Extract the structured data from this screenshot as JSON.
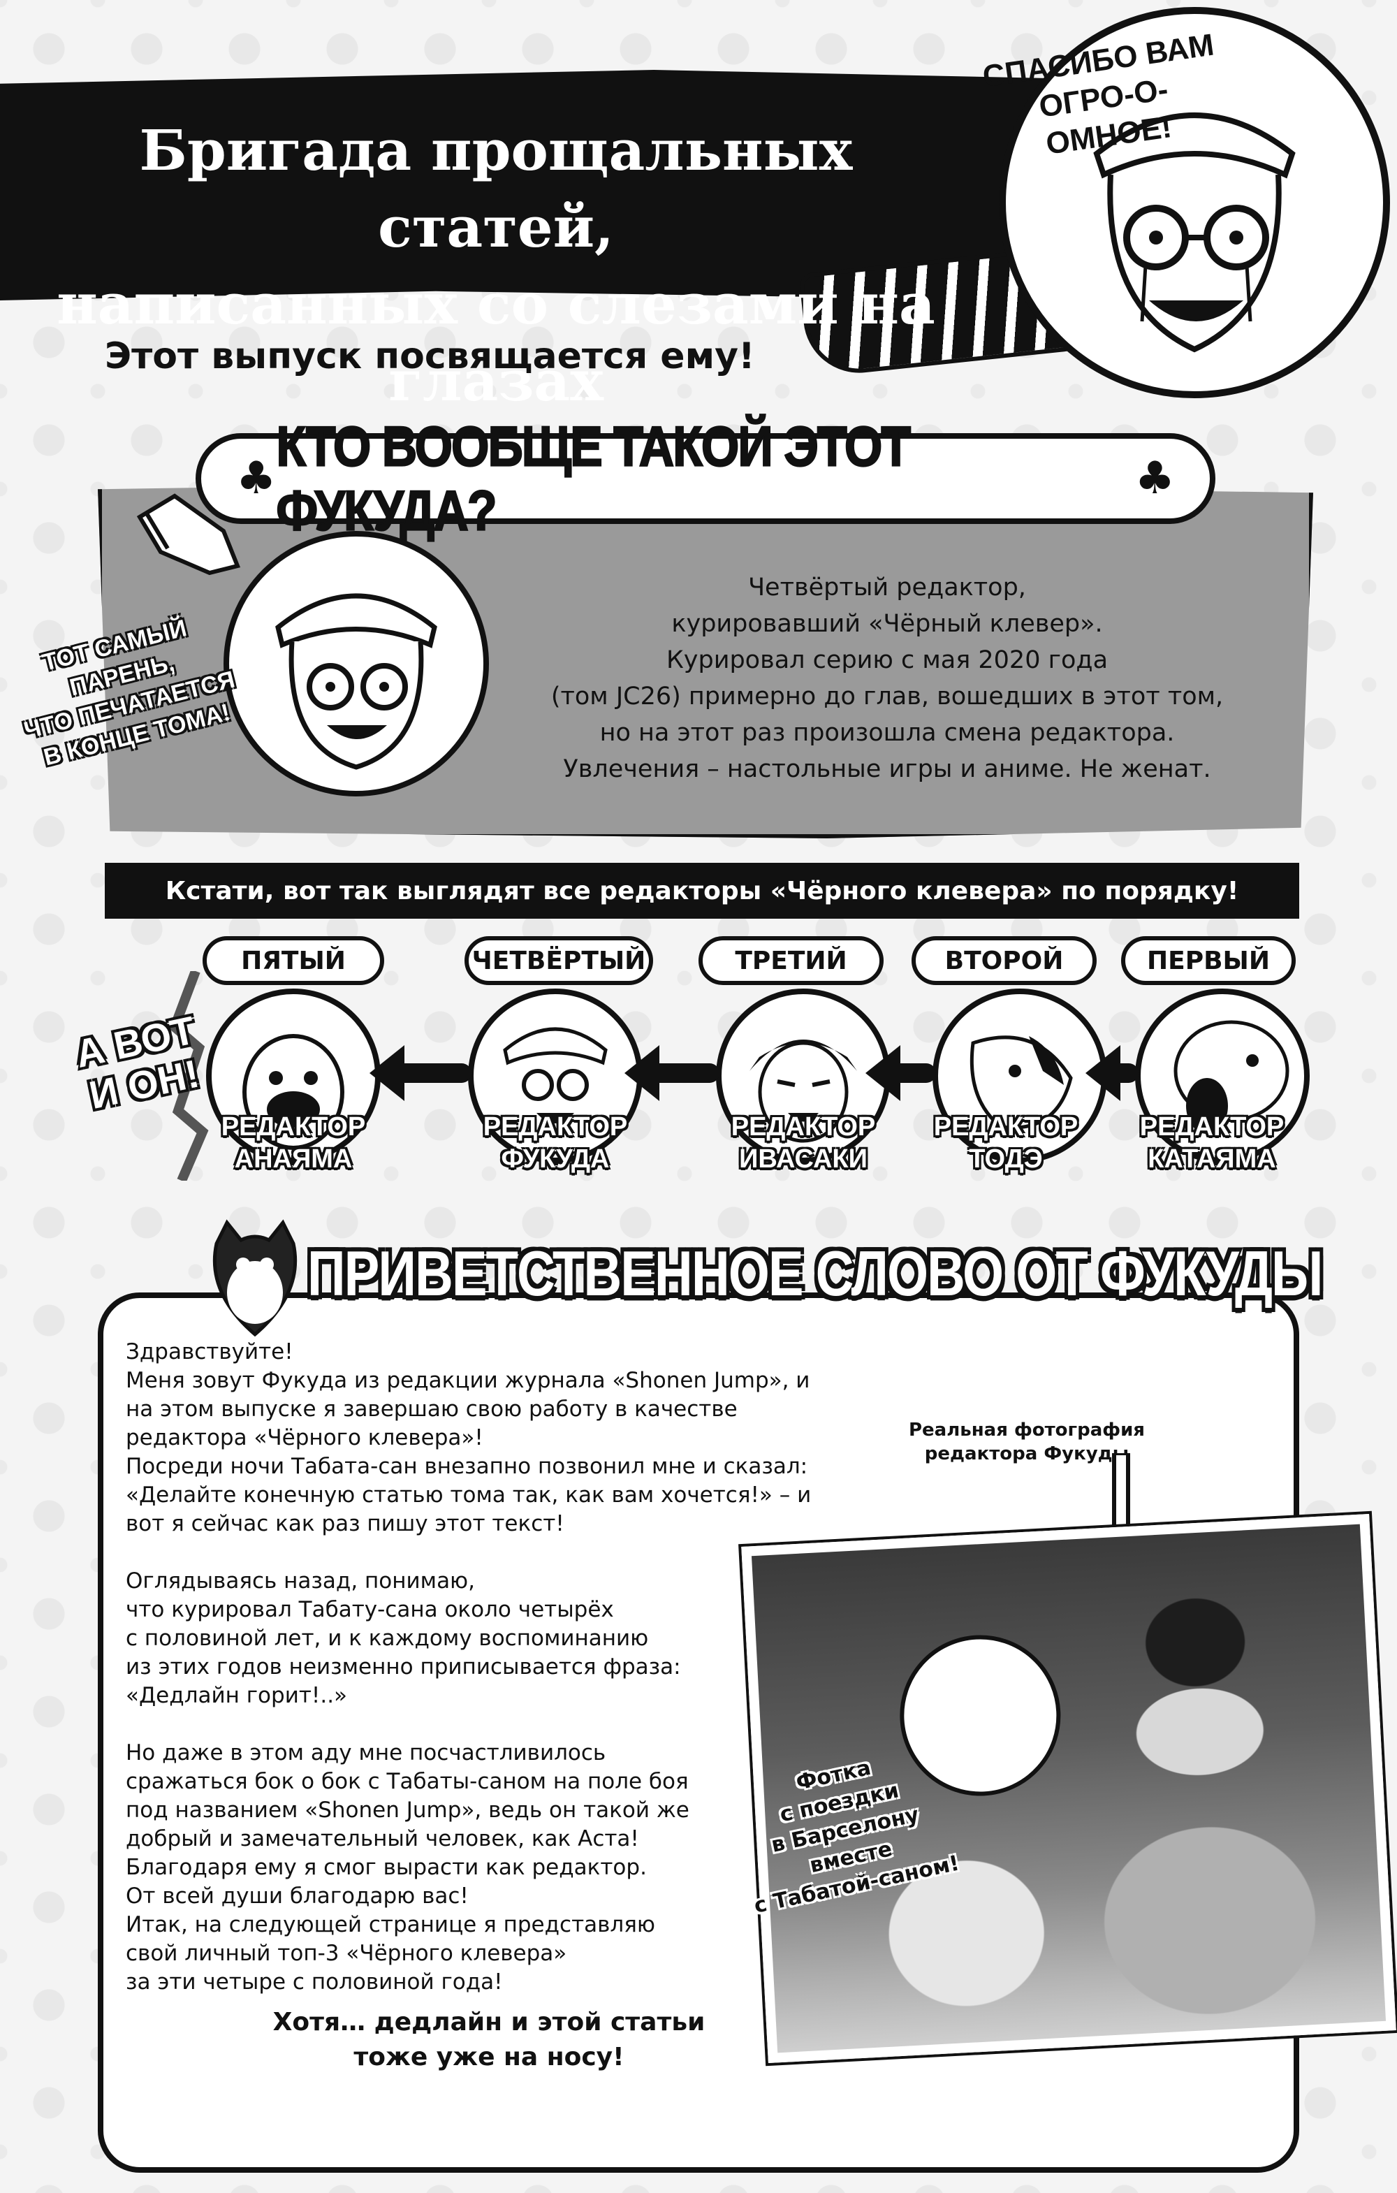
{
  "header": {
    "title_line1": "Бригада прощальных статей,",
    "title_line2": "написанных со слезами на глазах",
    "speech_line1": "СПАСИБО ВАМ",
    "speech_line2": "ОГРО-О-ОМНОЕ!",
    "subtitle": "Этот выпуск посвящается ему!"
  },
  "who": {
    "title": "КТО ВООБЩЕ ТАКОЙ ЭТОТ ФУКУДА?",
    "callout_line1": "ТОТ САМЫЙ ПАРЕНЬ,",
    "callout_line2": "ЧТО ПЕЧАТАЕТСЯ",
    "callout_line3": "В КОНЦЕ ТОМА!",
    "description": [
      "Четвёртый редактор,",
      "курировавший «Чёрный клевер».",
      "Курировал серию с мая 2020 года",
      "(том JC26) примерно до глав, вошедших в этот том,",
      "но на этот раз произошла смена редактора.",
      "Увлечения – настольные игры и аниме. Не женат."
    ]
  },
  "editors": {
    "strip_text": "Кстати, вот так выглядят все редакторы «Чёрного клевера» по порядку!",
    "callout_line1": "А ВОТ",
    "callout_line2": "И ОН!",
    "list": [
      {
        "order": "ПЯТЫЙ",
        "name_line1": "РЕДАКТОР",
        "name_line2": "АНАЯМА"
      },
      {
        "order": "ЧЕТВЁРТЫЙ",
        "name_line1": "РЕДАКТОР",
        "name_line2": "ФУКУДА"
      },
      {
        "order": "ТРЕТИЙ",
        "name_line1": "РЕДАКТОР",
        "name_line2": "ИВАСАКИ"
      },
      {
        "order": "ВТОРОЙ",
        "name_line1": "РЕДАКТОР",
        "name_line2": "ТОДЭ"
      },
      {
        "order": "ПЕРВЫЙ",
        "name_line1": "РЕДАКТОР",
        "name_line2": "КАТАЯМА"
      }
    ]
  },
  "greeting": {
    "title": "ПРИВЕТСТВЕННОЕ СЛОВО ОТ ФУКУДЫ",
    "p1": [
      "Здравствуйте!",
      "Меня зовут Фукуда из редакции журнала «Shonen Jump», и",
      "на этом выпуске я завершаю свою работу в качестве",
      "редактора «Чёрного клевера»!",
      "Посреди ночи Табата-сан внезапно позвонил мне и сказал:",
      "«Делайте конечную статью тома так, как вам хочется!» – и",
      "вот я сейчас как раз пишу этот текст!"
    ],
    "p2": [
      "Оглядываясь назад, понимаю,",
      "что курировал Табату-сана около четырёх",
      "с половиной лет, и к каждому воспоминанию",
      "из этих годов неизменно приписывается фраза:",
      "«Дедлайн горит!..»"
    ],
    "p3": [
      "Но даже в этом аду мне посчастливилось",
      "сражаться бок о бок с Табаты-саном на поле боя",
      "под названием «Shonen Jump», ведь он такой же",
      "добрый и замечательный человек, как Аста!",
      "Благодаря ему я смог вырасти как редактор.",
      "От всей души благодарю вас!",
      "Итак, на следующей странице я представляю",
      "свой личный топ-3 «Чёрного клевера»",
      "за эти четыре с половиной года!"
    ],
    "closing_line1": "Хотя… дедлайн и этой статьи",
    "closing_line2": "тоже уже на носу!",
    "photo_caption_line1": "Реальная фотография",
    "photo_caption_line2": "редактора Фукуды",
    "photo_note": [
      "Фотка",
      "с поездки",
      "в Барселону",
      "вместе",
      "с Табатой-саном!"
    ]
  }
}
